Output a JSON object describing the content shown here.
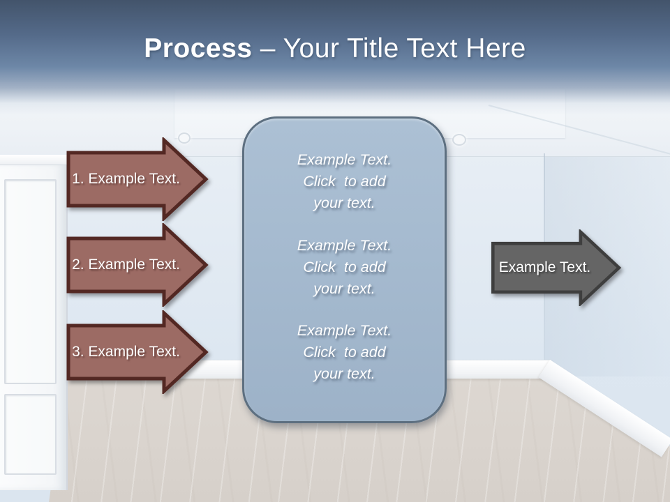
{
  "slide": {
    "title": {
      "bold": "Process",
      "rest": " – Your Title Text Here"
    },
    "left_arrows": [
      {
        "label": "1. Example Text."
      },
      {
        "label": "2. Example Text."
      },
      {
        "label": "3. Example Text."
      }
    ],
    "right_arrow": {
      "label": "Example Text."
    },
    "center_box": {
      "groups": [
        {
          "lines": [
            "Example Text.",
            "Click  to add",
            "your text."
          ]
        },
        {
          "lines": [
            "Example Text.",
            "Click  to add",
            "your text."
          ]
        },
        {
          "lines": [
            "Example Text.",
            "Click  to add",
            "your text."
          ]
        }
      ]
    },
    "colors": {
      "arrow_red_fill": "#9c6b64",
      "arrow_red_border": "#532823",
      "arrow_gray_fill": "#656565",
      "arrow_gray_border": "#3e3e3e",
      "box_fill": "#a5bacf",
      "box_border": "#5d6f80",
      "header_top": "#43546b",
      "header_mid": "#6d87a7",
      "title_text": "#ffffff"
    }
  }
}
